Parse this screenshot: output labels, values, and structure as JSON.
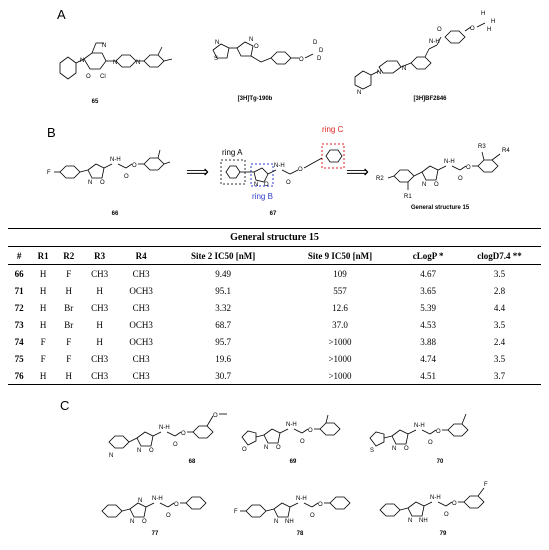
{
  "panels": {
    "a": "A",
    "b": "B",
    "c": "C"
  },
  "panel_a": {
    "compounds": [
      {
        "label": "65"
      },
      {
        "label": "[3H]Tg-190b"
      },
      {
        "label": "[3H]BF2846"
      }
    ]
  },
  "panel_b": {
    "compounds": [
      {
        "label": "66"
      },
      {
        "label": "67"
      },
      {
        "label": "General structure 15"
      }
    ],
    "rings": {
      "a": "ring A",
      "b": "ring B",
      "c": "ring C"
    },
    "arrow": "⟹"
  },
  "table": {
    "title": "General structure 15",
    "headers": [
      "#",
      "R1",
      "R2",
      "R3",
      "R4",
      "Site 2 IC50 [nM]",
      "Site 9 IC50 [nM]",
      "cLogP *",
      "clogD7.4 **"
    ],
    "rows": [
      [
        "66",
        "H",
        "F",
        "CH3",
        "CH3",
        "9.49",
        "109",
        "4.67",
        "3.5"
      ],
      [
        "71",
        "H",
        "H",
        "H",
        "OCH3",
        "95.1",
        "557",
        "3.65",
        "2.8"
      ],
      [
        "72",
        "H",
        "Br",
        "CH3",
        "CH3",
        "3.32",
        "12.6",
        "5.39",
        "4.4"
      ],
      [
        "73",
        "H",
        "Br",
        "H",
        "OCH3",
        "68.7",
        "37.0",
        "4.53",
        "3.5"
      ],
      [
        "74",
        "F",
        "F",
        "H",
        "OCH3",
        "95.7",
        ">1000",
        "3.88",
        "2.4"
      ],
      [
        "75",
        "F",
        "F",
        "CH3",
        "CH3",
        "19.6",
        ">1000",
        "4.74",
        "3.5"
      ],
      [
        "76",
        "H",
        "H",
        "CH3",
        "CH3",
        "30.7",
        ">1000",
        "4.51",
        "3.7"
      ]
    ]
  },
  "panel_c": {
    "compounds": [
      {
        "label": "68"
      },
      {
        "label": "69"
      },
      {
        "label": "70"
      },
      {
        "label": "77"
      },
      {
        "label": "78"
      },
      {
        "label": "79"
      }
    ]
  },
  "atoms": {
    "N": "N",
    "O": "O",
    "Cl": "Cl",
    "S": "S",
    "F": "F",
    "H": "H",
    "NH": "NH",
    "N_H": "N-H",
    "R1": "R1",
    "R2": "R2",
    "R3": "R3",
    "R4": "R4",
    "D": "D"
  }
}
